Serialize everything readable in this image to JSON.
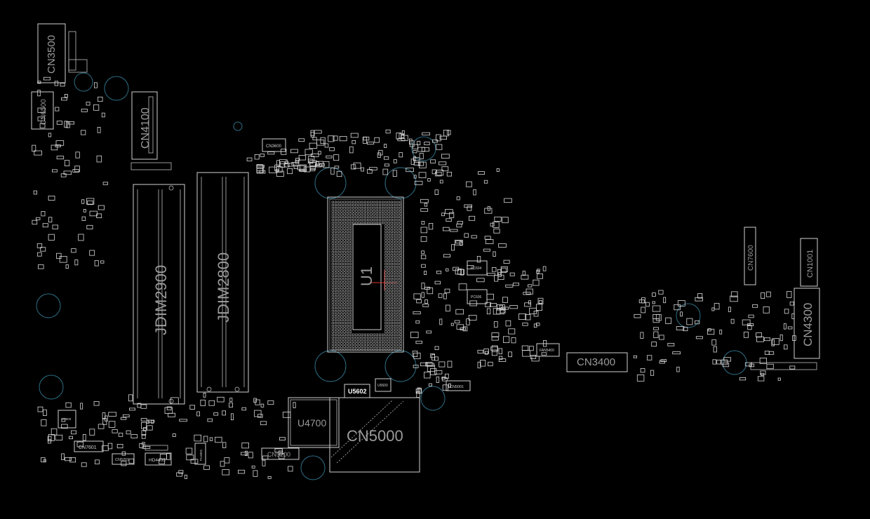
{
  "board": {
    "background": "#000000",
    "outline_color": "#cfcfcf",
    "hole_color": "#2f6f86"
  },
  "components": {
    "cn3500": "CN3500",
    "cn6500": "CN6500",
    "cn4100": "CN4100",
    "cn3600": "CN3600",
    "jdim2900": "JDIM2900",
    "jdim2800": "JDIM2800",
    "u1": "U1",
    "cn7600": "CN7600",
    "cn1001": "CN1001",
    "cn4300": "CN4300",
    "cn3400": "CN3400",
    "fan5400": "FAN5400",
    "pc604": "PC604",
    "pc606": "PC606",
    "cn5001": "CN5001",
    "u5602": "U5602",
    "u5600": "U5600",
    "u4700": "U4700",
    "cn5000": "CN5000",
    "cn5200": "CN5200",
    "cn7601": "CN7601",
    "cn5201": "CN5201",
    "hd4400": "HD4400",
    "u3800": "U3800",
    "pu4601": "PU4601"
  }
}
